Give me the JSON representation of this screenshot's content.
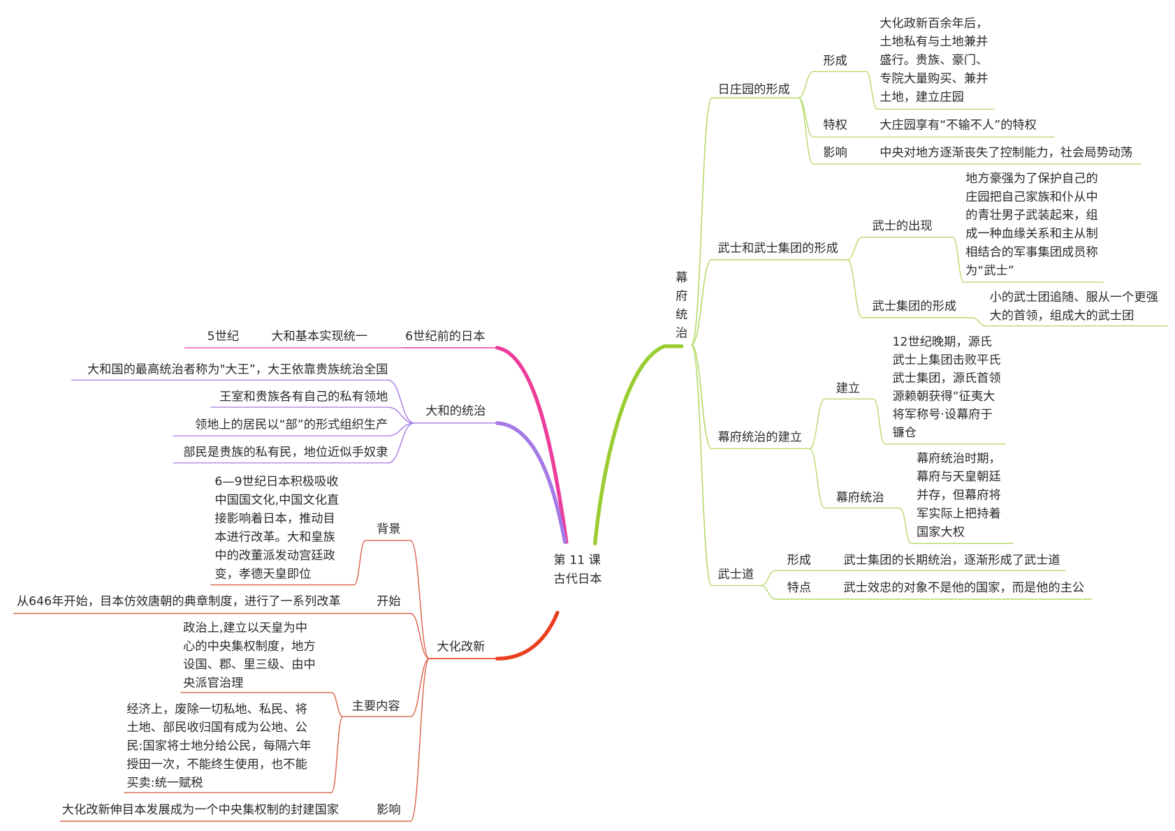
{
  "center": {
    "line1": "第 11 课",
    "line2": "古代日本"
  },
  "colors": {
    "green": "#9acd32",
    "green_thin": "#b7d96b",
    "pink": "#ec3d9b",
    "purple": "#a57ae6",
    "red": "#e8401f",
    "red_thin": "#d9604a"
  },
  "right": {
    "title_chars": [
      "幕",
      "府",
      "统",
      "治"
    ],
    "zhuangyuan": {
      "label": "日庄园的形成",
      "xingcheng": {
        "label": "形成",
        "text": [
          "大化政新百余年后，",
          "土地私有与土地兼并",
          "盛行。贵族、豪门、",
          "专院大量购买、兼并",
          "土地，建立庄园"
        ]
      },
      "tequan": {
        "label": "特权",
        "text": "大庄园享有“不输不人”的特权"
      },
      "yingxiang": {
        "label": "影响",
        "text": "中央对地方逐渐丧失了控制能力，社会局势动荡"
      }
    },
    "wushi": {
      "label": "武士和武士集团的形成",
      "chuxian": {
        "label": "武士的出现",
        "text": [
          "地方豪强为了保护自己的",
          "庄园把自己家族和仆从中",
          "的青壮男子武装起来，组",
          "成一种血缘关系和主从制",
          "相结合的军事集团成员称",
          "为“武士”"
        ]
      },
      "jituan": {
        "label": "武士集团的形成",
        "text": [
          "小的武士团追随、服从一个更强",
          "大的首领，组成大的武士团"
        ]
      }
    },
    "mufu": {
      "label": "幕府统治的建立",
      "jianli": {
        "label": "建立",
        "text": [
          "12世纪晚期，源氏",
          "武士上集团击败平氏",
          "武士集团，源氏首领",
          "源赖朝获得“征夷大",
          "将军称号·设幕府于",
          "镰仓"
        ]
      },
      "tongzhi": {
        "label": "幕府统治",
        "text": [
          "幕府统治时期，",
          "幕府与天皇朝廷",
          "并存，但幕府将",
          "军实际上把持着",
          "国家大权"
        ]
      }
    },
    "wushidao": {
      "label": "武士道",
      "xingcheng": {
        "label": "形成",
        "text": "武士集团的长期统治，逐渐形成了武士道"
      },
      "tedian": {
        "label": "特点",
        "text": "武士效忠的对象不是他的国家，而是他的主公"
      }
    }
  },
  "left": {
    "before6": {
      "label": "6世纪前的日本",
      "event": "大和基本实现统一",
      "time": "5世纪"
    },
    "yamato": {
      "label": "大和的统治",
      "items": [
        "大和国的最高统治者称为\"大王”，大王依靠贵族统治全国",
        "王室和贵族各有自己的私有领地",
        "领地上的居民以“部”的形式组织生产",
        "部民是贵族的私有民，地位近似手奴隶"
      ]
    },
    "taika": {
      "label": "大化改新",
      "beijing": {
        "label": "背景",
        "text": [
          "6—9世纪日本积极吸收",
          "中国国文化,中国文化直",
          "接影响着日本，推动目",
          "本进行改革。大和皇族",
          "中的改董派发动宫廷政",
          "变，孝德天皇即位"
        ]
      },
      "kaishi": {
        "label": "开始",
        "text": "从646年开始，目本仿效唐朝的典章制度，进行了一系列改革"
      },
      "neirong": {
        "label": "主要内容",
        "politics": [
          "政治上,建立以天皇为中",
          "心的中央集权制度，地方",
          "设国、郡、里三级、由中",
          "央派官治理"
        ],
        "economy": [
          "经济上，废除一切私地、私民、将",
          "土地、部民收归国有成为公地、公",
          "民:国家将士地分给公民，每隔六年",
          "授田一次，不能终生使用，也不能",
          "买卖:统一赋税"
        ]
      },
      "yingxiang": {
        "label": "影响",
        "text": "大化改新伸目本发展成为一个中央集权制的封建国家"
      }
    }
  }
}
